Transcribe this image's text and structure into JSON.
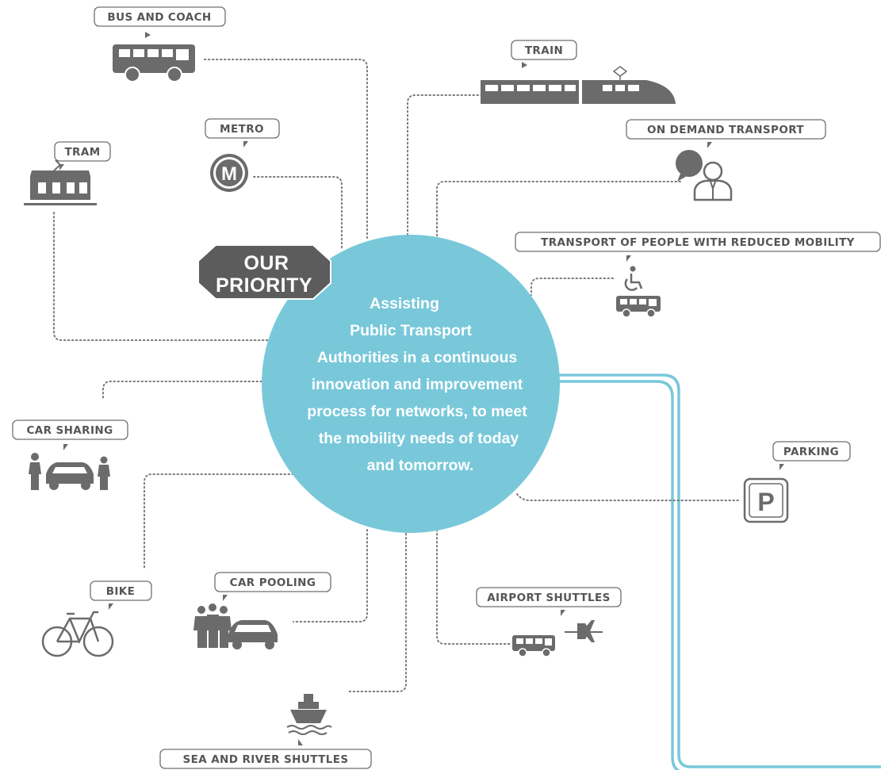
{
  "priority": {
    "line1": "OUR",
    "line2": "PRIORITY"
  },
  "center": {
    "lines": [
      "Assisting",
      "Public Transport",
      "Authorities in a continuous",
      "innovation and improvement",
      "process for networks, to meet",
      "the mobility needs of today",
      "and tomorrow."
    ]
  },
  "labels": {
    "bus_coach": "BUS AND COACH",
    "train": "TRAIN",
    "metro": "METRO",
    "on_demand": "ON DEMAND TRANSPORT",
    "tram": "TRAM",
    "reduced_mobility": "TRANSPORT OF PEOPLE WITH REDUCED MOBILITY",
    "car_sharing": "CAR SHARING",
    "parking": "PARKING",
    "bike": "BIKE",
    "car_pooling": "CAR POOLING",
    "airport_shuttles": "AIRPORT SHUTTLES",
    "sea_river": "SEA AND RIVER SHUTTLES"
  },
  "glyphs": {
    "metro": "M",
    "parking": "P"
  },
  "colors": {
    "circle": "#78c8da",
    "icon": "#6b6b6b",
    "priority": "#5c5c5c",
    "rail": "#78c8da"
  }
}
